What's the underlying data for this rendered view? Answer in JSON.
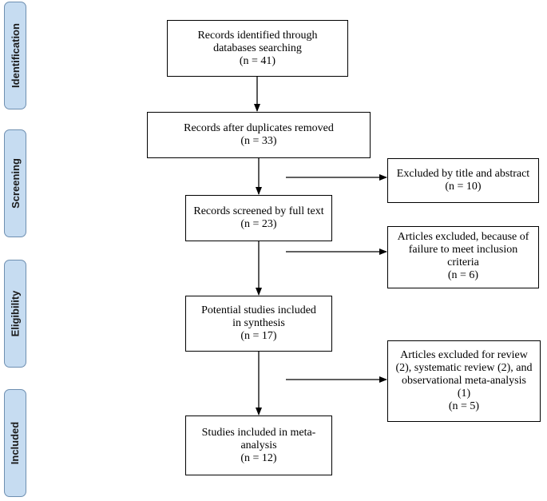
{
  "phases": {
    "identification": "Identification",
    "screening": "Screening",
    "eligibility": "Eligibility",
    "included": "Included"
  },
  "boxes": {
    "identified": {
      "lines": [
        "Records identified through",
        "databases searching",
        "(n = 41)"
      ]
    },
    "duplicates_removed": {
      "lines": [
        "Records after duplicates removed",
        "(n = 33)"
      ]
    },
    "full_text": {
      "lines": [
        "Records screened by full text",
        "(n = 23)"
      ]
    },
    "synthesis": {
      "lines": [
        "Potential studies included",
        "in synthesis",
        "(n = 17)"
      ]
    },
    "meta_analysis": {
      "lines": [
        "Studies included in meta-",
        "analysis",
        "(n = 12)"
      ]
    },
    "excluded_title": {
      "lines": [
        "Excluded by title and abstract",
        "(n = 10)"
      ]
    },
    "excluded_criteria": {
      "lines": [
        "Articles excluded, because of",
        "failure to meet inclusion",
        "criteria",
        "(n = 6)"
      ]
    },
    "excluded_review": {
      "lines": [
        "Articles excluded for review",
        "(2), systematic review (2), and",
        "observational meta-analysis",
        "(1)",
        "(n = 5)"
      ]
    }
  },
  "colors": {
    "phase_fill": "#c6dcf1",
    "phase_border": "#6e8fb1",
    "box_border": "#000000",
    "arrow": "#000000"
  }
}
